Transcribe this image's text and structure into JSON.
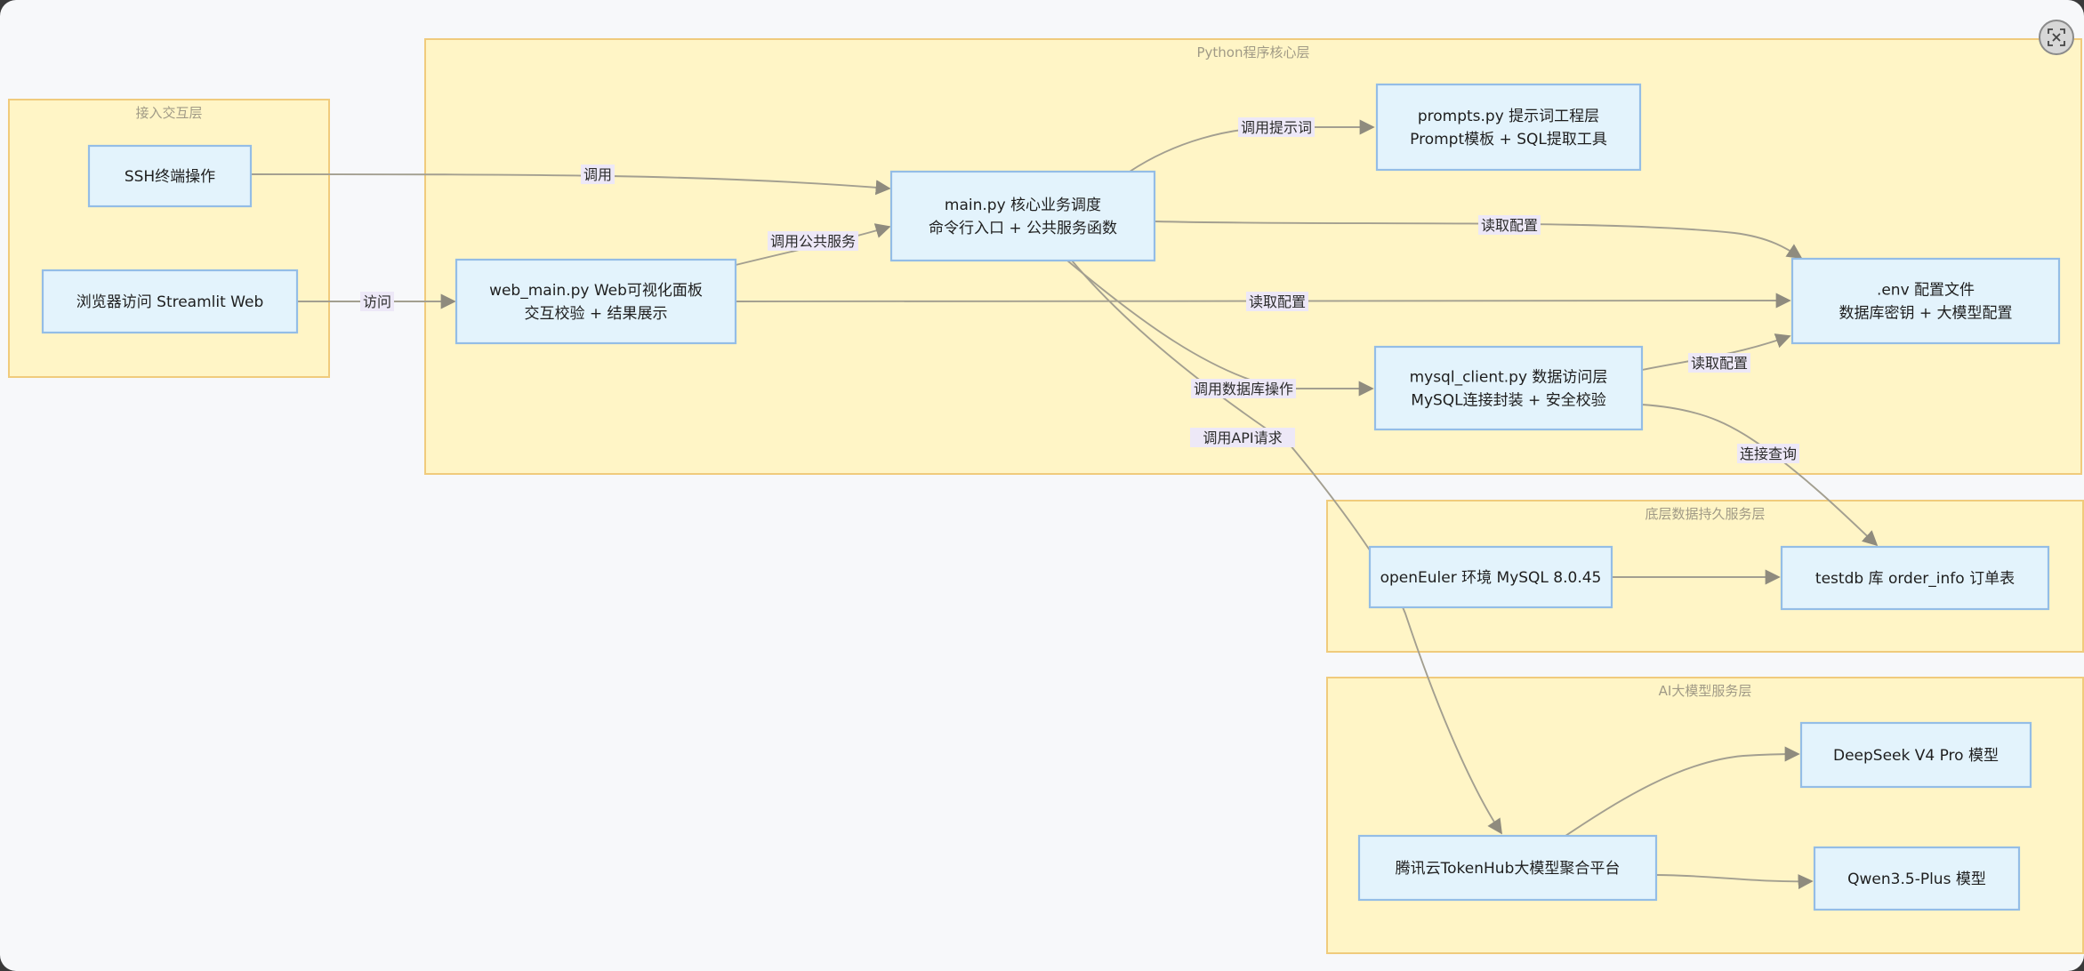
{
  "clusters": [
    {
      "id": "access",
      "title": "接入交互层"
    },
    {
      "id": "python",
      "title": "Python程序核心层"
    },
    {
      "id": "storage",
      "title": "底层数据持久服务层"
    },
    {
      "id": "ai",
      "title": "AI大模型服务层"
    }
  ],
  "nodes": [
    {
      "id": "ssh",
      "lines": [
        "SSH终端操作"
      ]
    },
    {
      "id": "browser",
      "lines": [
        "浏览器访问 Streamlit Web"
      ]
    },
    {
      "id": "main",
      "lines": [
        "main.py 核心业务调度",
        "命令行入口 + 公共服务函数"
      ]
    },
    {
      "id": "prompts",
      "lines": [
        "prompts.py 提示词工程层",
        "Prompt模板 + SQL提取工具"
      ]
    },
    {
      "id": "webmain",
      "lines": [
        "web_main.py Web可视化面板",
        "交互校验 + 结果展示"
      ]
    },
    {
      "id": "env",
      "lines": [
        ".env 配置文件",
        "数据库密钥 + 大模型配置"
      ]
    },
    {
      "id": "mysqlclient",
      "lines": [
        "mysql_client.py 数据访问层",
        "MySQL连接封装 + 安全校验"
      ]
    },
    {
      "id": "openeuler",
      "lines": [
        "openEuler 环境 MySQL 8.0.45"
      ]
    },
    {
      "id": "testdb",
      "lines": [
        "testdb 库 order_info 订单表"
      ]
    },
    {
      "id": "deepseek",
      "lines": [
        "DeepSeek V4 Pro 模型"
      ]
    },
    {
      "id": "tokenhub",
      "lines": [
        "腾讯云TokenHub大模型聚合平台"
      ]
    },
    {
      "id": "qwen",
      "lines": [
        "Qwen3.5-Plus 模型"
      ]
    }
  ],
  "edges": [
    {
      "id": "e_ssh_main",
      "label": "调用"
    },
    {
      "id": "e_browser_web",
      "label": "访问"
    },
    {
      "id": "e_web_main",
      "label": "调用公共服务"
    },
    {
      "id": "e_main_prompts",
      "label": "调用提示词"
    },
    {
      "id": "e_main_env",
      "label": "读取配置"
    },
    {
      "id": "e_web_env",
      "label": "读取配置"
    },
    {
      "id": "e_main_mysql",
      "label": "调用数据库操作"
    },
    {
      "id": "e_mysql_env",
      "label": "读取配置"
    },
    {
      "id": "e_main_tokenhub",
      "label": "调用API请求"
    },
    {
      "id": "e_mysql_testdb",
      "label": "连接查询"
    },
    {
      "id": "e_openeuler_testdb",
      "label": ""
    },
    {
      "id": "e_tokenhub_deepseek",
      "label": ""
    },
    {
      "id": "e_tokenhub_qwen",
      "label": ""
    }
  ],
  "colors": {
    "cluster_fill": "#fff5c6",
    "cluster_stroke": "#f0cb7c",
    "node_fill": "#e3f3fc",
    "node_stroke": "#94bde6",
    "edge": "#a39f90",
    "edge_label_bg": "#ede8f7"
  },
  "toolbar": {
    "icon": "focus-icon"
  }
}
